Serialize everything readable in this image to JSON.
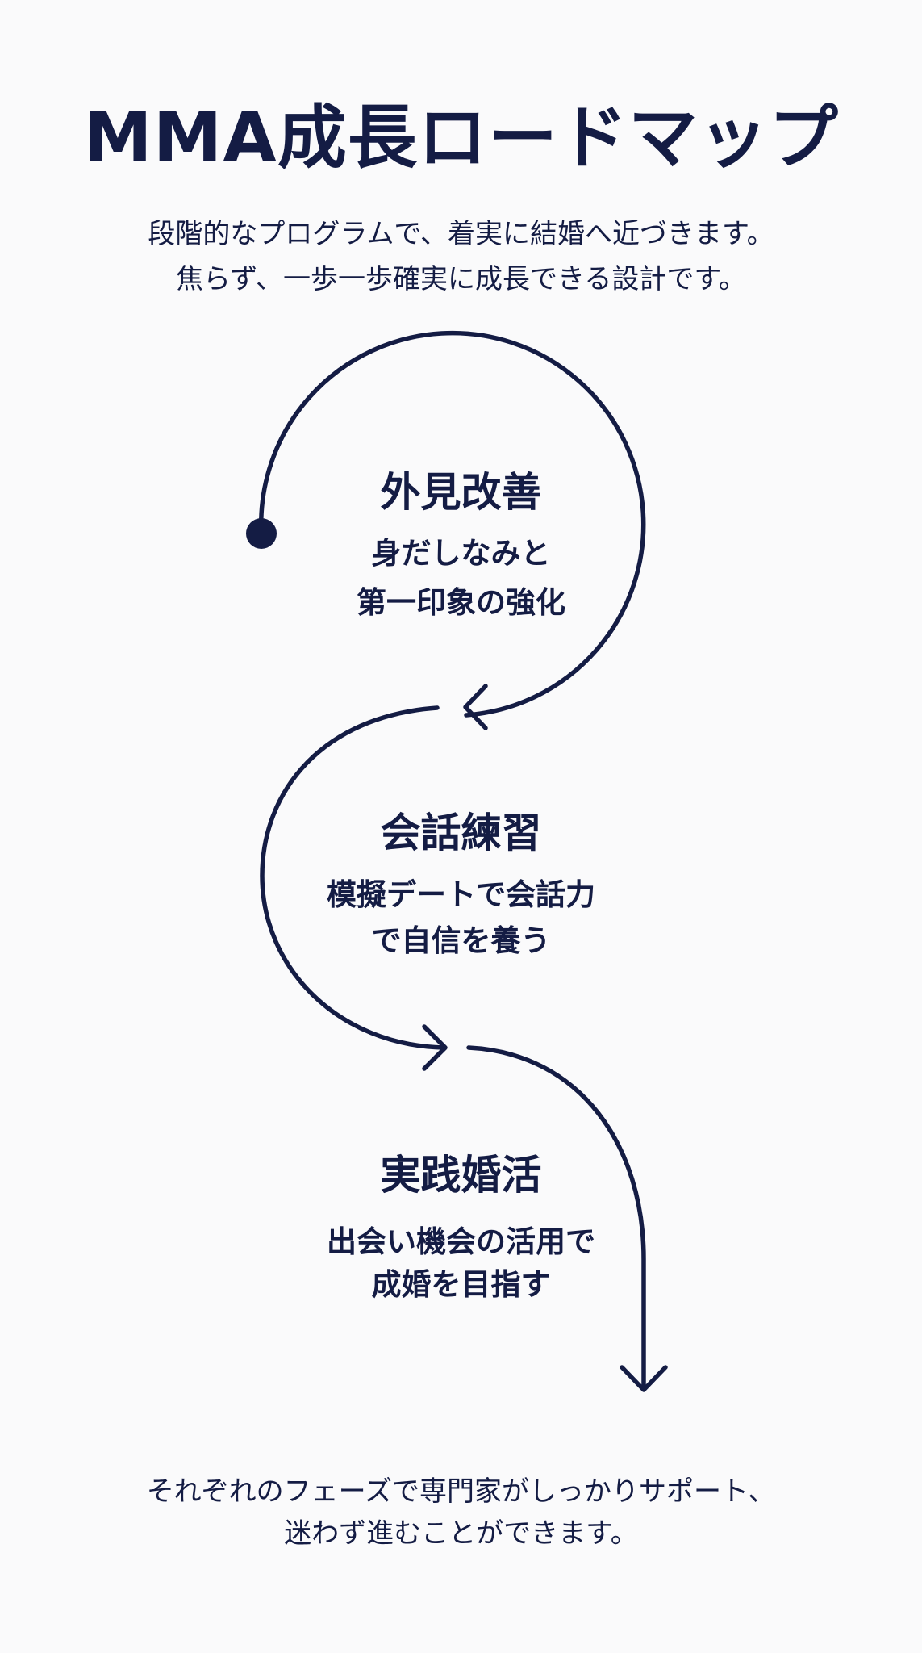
{
  "header": {
    "title": "MMA成長ロードマップ",
    "subtitle_lines": [
      "段階的なプログラムで、着実に結婚へ近づきます。",
      "焦らず、一歩一歩確実に成長できる設計です。"
    ]
  },
  "steps": [
    {
      "title": "外見改善",
      "lines": [
        "身だしなみと",
        "第一印象の強化"
      ]
    },
    {
      "title": "会話練習",
      "lines": [
        "模擬デートで会話力",
        "で自信を養う"
      ]
    },
    {
      "title": "実践婚活",
      "lines": [
        "出会い機会の活用で",
        "成婚を目指す"
      ]
    }
  ],
  "footer": {
    "lines": [
      "それぞれのフェーズで専門家がしっかりサポート、",
      "迷わず進むことができます。"
    ]
  },
  "colors": {
    "ink": "#141c44",
    "background": "#fafafb"
  }
}
